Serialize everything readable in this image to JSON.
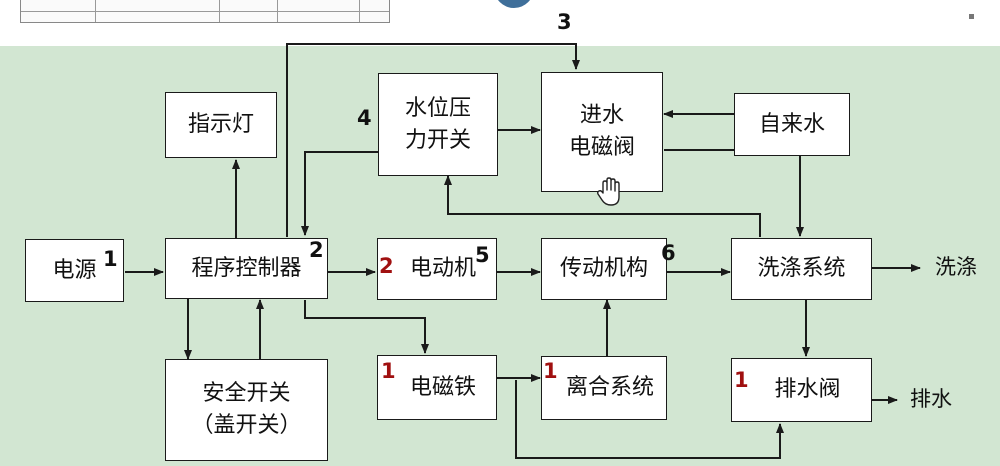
{
  "boxes": {
    "indicator": "指示灯",
    "power": "电源",
    "controller": "程序控制器",
    "safety_switch_line1": "安全开关",
    "safety_switch_line2": "（盖开关）",
    "pressure_switch_line1": "水位压",
    "pressure_switch_line2": "力开关",
    "inlet_valve_line1": "进水",
    "inlet_valve_line2": "电磁阀",
    "tap_water": "自来水",
    "motor": "电动机",
    "transmission": "传动机构",
    "washing_system": "洗涤系统",
    "electromagnet": "电磁铁",
    "clutch": "离合系统",
    "drain_valve": "排水阀"
  },
  "outputs": {
    "wash": "洗涤",
    "drain": "排水"
  },
  "markers": {
    "power": "1",
    "controller": "2",
    "inlet_top": "3",
    "pressure_switch": "4",
    "motor_left": "2",
    "motor_right": "5",
    "transmission": "6",
    "electromagnet": "1",
    "clutch": "1",
    "drain_valve": "1"
  },
  "colors": {
    "background": "#d2e6d2",
    "box_fill": "#ffffff",
    "line": "#1a1a1a",
    "marker_red": "#a01010"
  }
}
